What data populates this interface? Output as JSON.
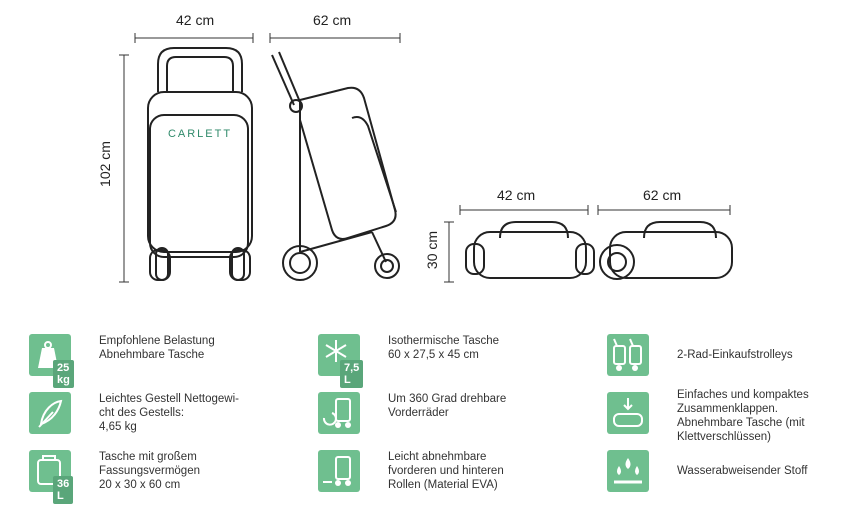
{
  "dimensions": {
    "front_width": "42 cm",
    "side_width": "62 cm",
    "height": "102 cm",
    "folded_width_front": "42 cm",
    "folded_width_side": "62 cm",
    "folded_height": "30 cm"
  },
  "brand": "CARLETT",
  "features": [
    {
      "icon": "weight-icon",
      "badge": "25 kg",
      "text": "Empfohlene Belastung\nAbnehmbare Tasche"
    },
    {
      "icon": "feather-icon",
      "badge": "",
      "text": "Leichtes Gestell Nettogewi-\ncht des Gestells:\n 4,65 kg"
    },
    {
      "icon": "bag-volume-icon",
      "badge": "36 L",
      "text": "Tasche mit großem\nFassungsvermögen\n20 x 30 x 60 cm"
    },
    {
      "icon": "snowflake-icon",
      "badge": "7,5 L",
      "text": "Isothermische Tasche\n60 x 27,5 x 45 cm"
    },
    {
      "icon": "rotate-wheel-icon",
      "badge": "",
      "text": "Um 360 Grad drehbare\nVorderräder"
    },
    {
      "icon": "detach-wheel-icon",
      "badge": "",
      "text": "Leicht abnehmbare\nfvorderen und hinteren\nRollen (Material EVA)"
    },
    {
      "icon": "two-trolleys-icon",
      "badge": "",
      "text": "2-Rad-Einkaufstrolleys"
    },
    {
      "icon": "fold-icon",
      "badge": "",
      "text": "Einfaches und kompaktes\nZusammenklappen.\nAbnehmbare Tasche (mit\nKlettverschlüssen)"
    },
    {
      "icon": "water-drops-icon",
      "badge": "",
      "text": "Wasserabweisender Stoff"
    }
  ]
}
